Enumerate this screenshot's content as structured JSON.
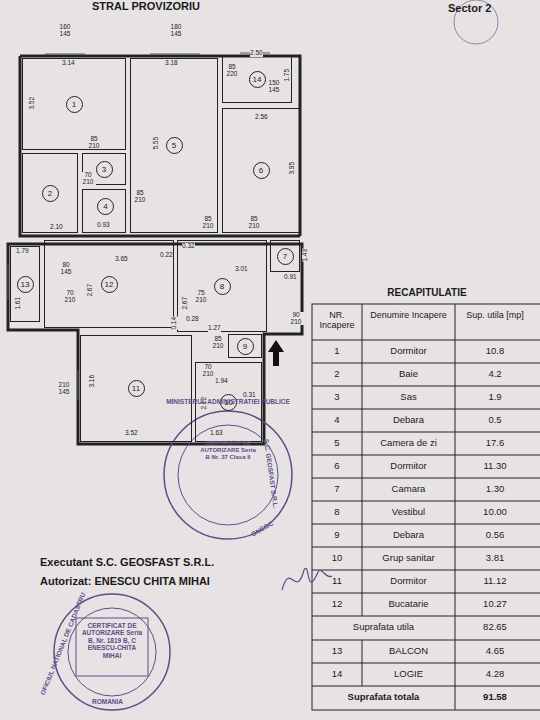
{
  "diagram": {
    "nodes": [
      {
        "text": [
          "1"
        ]
      },
      {
        "text": [
          "2"
        ]
      },
      {
        "text": [
          "3"
        ]
      },
      {
        "text": [
          "4"
        ]
      },
      {
        "text": [
          "5"
        ]
      },
      {
        "text": [
          "6"
        ]
      },
      {
        "text": [
          "7"
        ]
      },
      {
        "text": [
          "8"
        ]
      },
      {
        "text": [
          "9"
        ]
      },
      {
        "text": [
          "10"
        ]
      },
      {
        "text": [
          "11"
        ]
      },
      {
        "text": [
          "12"
        ]
      },
      {
        "text": [
          "13"
        ]
      },
      {
        "text": [
          "14"
        ]
      }
    ],
    "labels": [
      "STRAL PROVIZORIU",
      "Sector 2",
      "3.14",
      "3.52",
      "2.10",
      "3.18",
      "5.55",
      "2.50",
      "1.75",
      "2.56",
      "3.95",
      "1.79",
      "1.61",
      "3.65",
      "2.67",
      "3.01",
      "2.67",
      "3.16",
      "3.52",
      "1.94",
      "2.12",
      "1.63",
      "0.31",
      "0.93",
      "0.32",
      "0.22",
      "1.27",
      "0.91",
      "1.43",
      "0.14",
      "0.28",
      "160 145",
      "180 145",
      "85 220",
      "150 145",
      "70 210",
      "85 210",
      "85 210",
      "85 210",
      "85 210",
      "80 145",
      "70 210",
      "75 210",
      "85 210",
      "70 210",
      "90 210",
      "210 145",
      "RECAPITULATIE",
      "NR. Incapere",
      "Denumire Incapere",
      "Sup. utila [mp]",
      "1",
      "Dormitor",
      "10.8",
      "2",
      "Baie",
      "4.2",
      "3",
      "Sas",
      "1.9",
      "4",
      "Debara",
      "0.5",
      "5",
      "Camera de zi",
      "17.6",
      "6",
      "Dormitor",
      "11.30",
      "7",
      "Camara",
      "1.30",
      "8",
      "Vestibul",
      "10.00",
      "9",
      "Debara",
      "0.56",
      "10",
      "Grup sanitar",
      "3.81",
      "11",
      "Dormitor",
      "11.12",
      "12",
      "Bucatarie",
      "10.27",
      "Suprafata utila",
      "82.65",
      "13",
      "BALCON",
      "4.65",
      "14",
      "LOGIE",
      "4.28",
      "Suprafata totala",
      "91.58",
      "Executant S.C. GEOSFAST S.R.L.",
      "Autorizat: ENESCU CHITA MIHAI",
      "MINISTERUL ADMINISTRATIEI PUBLICE",
      "CERTIFICAT DE AUTORIZARE Seria B Nr. 37 Clasa II",
      "S.C. GEOSFAST S.R.L.",
      "ONCGC",
      "CERTIFICAT DE AUTORIZARE Seria B, Nr. 1819 B, C ENESCU-CHITA MIHAI",
      "OFICIUL NATIONAL DE CADASTRU",
      "ROMANIA"
    ]
  }
}
